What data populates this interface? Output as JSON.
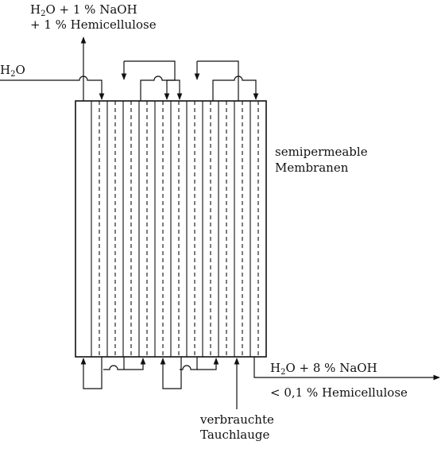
{
  "labels": {
    "outlet_top_line1_a": "H",
    "outlet_top_line1_sub": "2",
    "outlet_top_line1_b": "O + 1 % NaOH",
    "outlet_top_line2": "+ 1 % Hemicellulose",
    "inlet_water_a": "H",
    "inlet_water_sub": "2",
    "inlet_water_b": "O",
    "membranes_line1": "semipermeable",
    "membranes_line2": "Membranen",
    "outlet_bottom_line1_a": "H",
    "outlet_bottom_line1_sub": "2",
    "outlet_bottom_line1_b": "O + 8 % NaOH",
    "outlet_bottom_line2": "< 0,1 % Hemicellulose",
    "inlet_lye_line1": "verbrauchte",
    "inlet_lye_line2": "Tauchlauge"
  },
  "colors": {
    "stroke": "#111111",
    "background": "#ffffff"
  }
}
